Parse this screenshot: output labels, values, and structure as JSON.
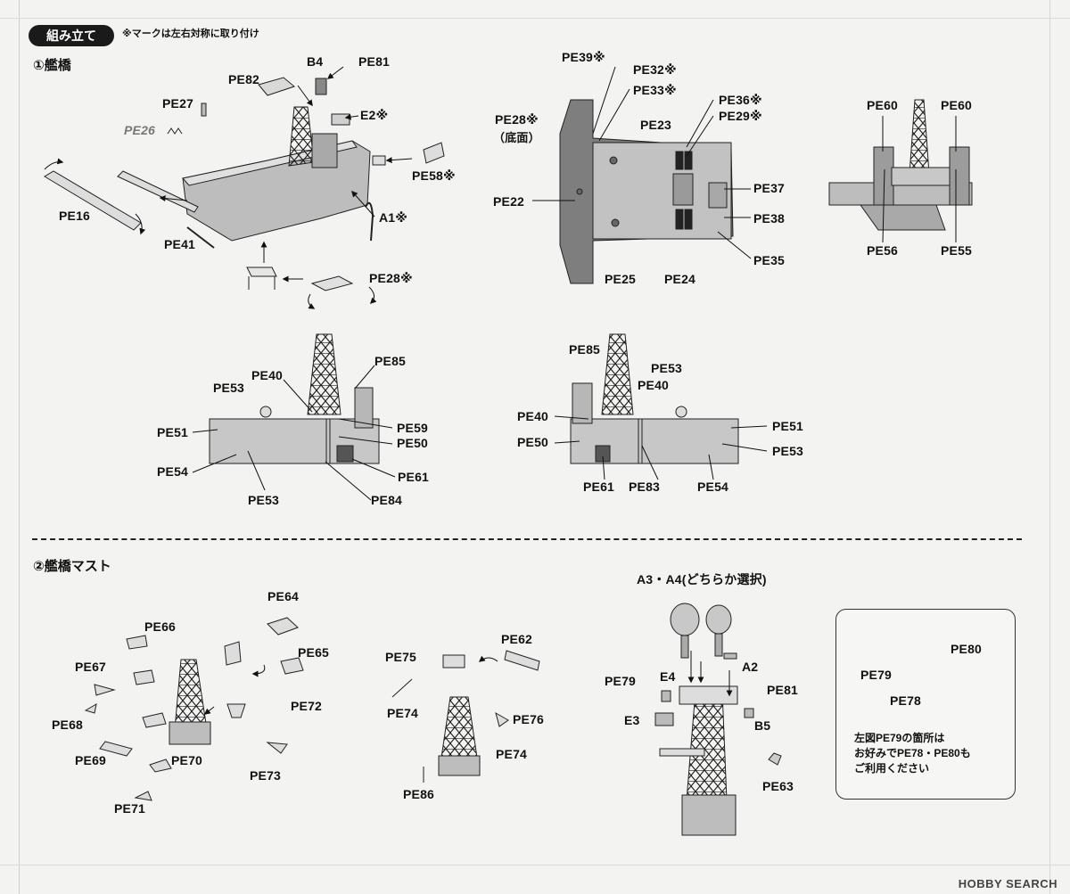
{
  "header": {
    "badge": "組み立て",
    "note": "※マークは左右対称に取り付け"
  },
  "section1": {
    "title": "①艦橋",
    "labels": {
      "b4": "B4",
      "pe81a": "PE81",
      "pe82": "PE82",
      "pe27": "PE27",
      "pe26": "PE26",
      "e2": "E2※",
      "pe58": "PE58※",
      "pe16": "PE16",
      "pe41a": "PE41",
      "a1": "A1※",
      "pe28b": "PE28※",
      "pe39": "PE39※",
      "pe32": "PE32※",
      "pe33": "PE33※",
      "pe36": "PE36※",
      "pe29": "PE29※",
      "pe28a": "PE28※",
      "bottom": "（底面）",
      "pe23": "PE23",
      "pe22": "PE22",
      "pe37": "PE37",
      "pe38": "PE38",
      "pe35": "PE35",
      "pe25": "PE25",
      "pe24": "PE24",
      "pe60a": "PE60",
      "pe60b": "PE60",
      "pe56": "PE56",
      "pe55": "PE55",
      "l_pe40": "PE40",
      "l_pe85": "PE85",
      "l_pe53a": "PE53",
      "l_pe51": "PE51",
      "l_pe59": "PE59",
      "l_pe50": "PE50",
      "l_pe54": "PE54",
      "l_pe61": "PE61",
      "l_pe53b": "PE53",
      "l_pe84": "PE84",
      "r_pe85": "PE85",
      "r_pe53a": "PE53",
      "r_pe40a": "PE40",
      "r_pe40b": "PE40",
      "r_pe51": "PE51",
      "r_pe50": "PE50",
      "r_pe53b": "PE53",
      "r_pe61": "PE61",
      "r_pe83": "PE83",
      "r_pe54": "PE54"
    }
  },
  "section2": {
    "title": "②艦橋マスト",
    "labels": {
      "pe64": "PE64",
      "pe66": "PE66",
      "pe65": "PE65",
      "pe67": "PE67",
      "pe68": "PE68",
      "pe72": "PE72",
      "pe69": "PE69",
      "pe70": "PE70",
      "pe73": "PE73",
      "pe71": "PE71",
      "pe62": "PE62",
      "pe75": "PE75",
      "pe74a": "PE74",
      "pe76": "PE76",
      "pe74b": "PE74",
      "pe86": "PE86",
      "a3a4": "A3・A4(どちらか選択)",
      "a2": "A2",
      "e4": "E4",
      "pe79": "PE79",
      "pe81": "PE81",
      "e3": "E3",
      "b5": "B5",
      "pe63": "PE63",
      "box_pe80": "PE80",
      "box_pe79": "PE79",
      "box_pe78": "PE78"
    },
    "note_lines": [
      "左図PE79の箇所は",
      "お好みでPE78・PE80も",
      "ご利用ください"
    ]
  },
  "watermark": "HOBBY SEARCH"
}
